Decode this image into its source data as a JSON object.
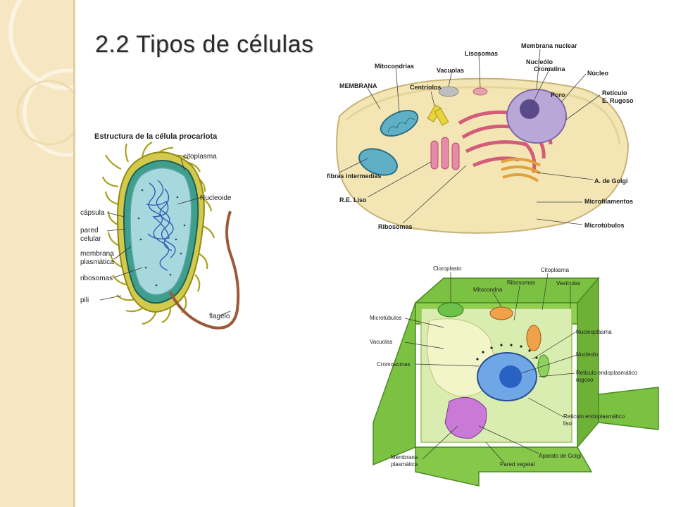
{
  "slide": {
    "title": "2.2 Tipos de células"
  },
  "prokaryote": {
    "heading": "Estructura de la célula procariota",
    "labels": {
      "citoplasma": "citoplasma",
      "nucleoide": "Nucleoide",
      "capsula": "cápsula",
      "pared1": "pared",
      "pared2": "celular",
      "membrana1": "membrana",
      "membrana2": "plasmática",
      "ribosomas": "ribosomas",
      "pili": "pili",
      "flagelo": "flagelo"
    }
  },
  "animal": {
    "labels": {
      "mitocondrias": "Mitocondrias",
      "lisosomas": "Lisosomas",
      "membrana_nuclear": "Membrana nuclear",
      "vacuolas": "Vacuolas",
      "nucleolo": "Nucleólo",
      "cromatina": "Cromatina",
      "nucleo": "Núcleo",
      "membrana": "MEMBRANA",
      "centriolos": "Centríolos",
      "poro": "Poro",
      "reticulo1": "Retículo",
      "reticulo2": "E. Rugoso",
      "fibras": "fibras intermedias",
      "golgi": "A. de Golgi",
      "re_liso": "R.E. Liso",
      "microfilamentos": "Microfilamentos",
      "ribosomas": "Ribosomas",
      "microtubulos": "Microtúbulos"
    }
  },
  "plant": {
    "labels": {
      "cloroplasto": "Cloroplasto",
      "citoplasma": "Citoplasma",
      "ribosomas": "Ribosomas",
      "mitocondria": "Mitocondria",
      "vesiculas": "Vesículas",
      "microtubulos": "Microtúbulos",
      "nucleoplasma": "Nucleoplasma",
      "vacuolas": "Vacuolas",
      "nucleolo": "Nucleolo",
      "cromosomas": "Cromosomas",
      "rer1": "Reticulo endoplasmático",
      "rer2": "rugoso",
      "rel1": "Reticulo endoplasmático",
      "rel2": "liso",
      "membrana1": "Membrana",
      "membrana2": "plasmática",
      "golgi": "Aparato de Golgi",
      "pared": "Pared vegetal"
    }
  },
  "colors": {
    "band": "#f6e7c2",
    "cytoplasm_animal": "#f3e6b4",
    "plant_wall": "#7cc242",
    "plant_cytoplasm": "#d9edb0"
  }
}
